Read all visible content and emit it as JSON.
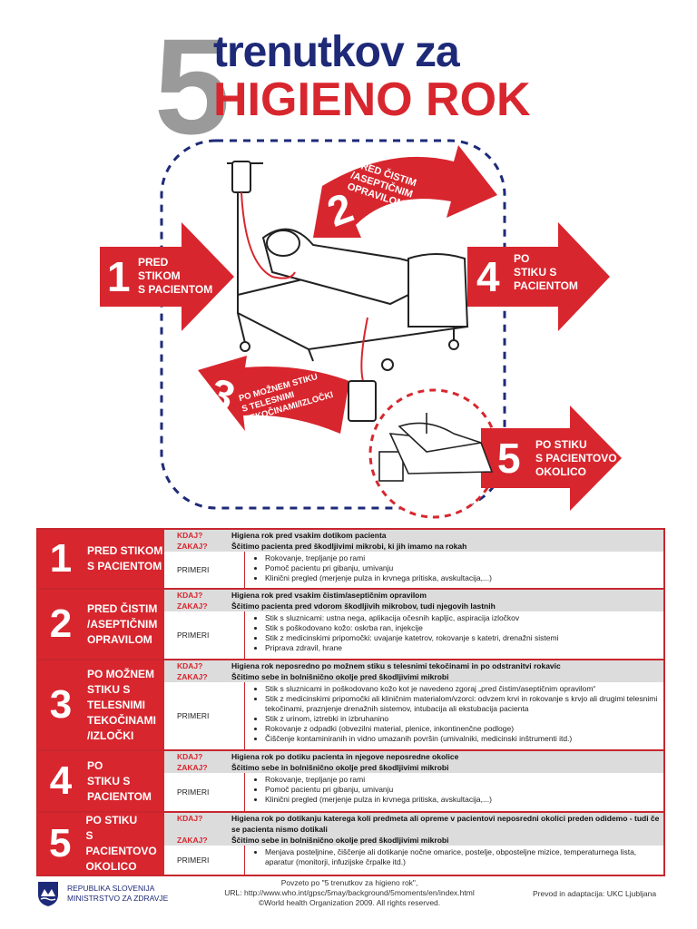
{
  "title": {
    "number": "5",
    "line1": "trenutkov za",
    "line2": "HIGIENO ROK"
  },
  "moments_diagram": [
    {
      "num": "1",
      "label": [
        "PRED",
        "STIKOM",
        "S PACIENTOM"
      ]
    },
    {
      "num": "2",
      "label": [
        "PRED ČISTIM",
        "/ASEPTIČNIM",
        "OPRAVILOM"
      ]
    },
    {
      "num": "3",
      "label": [
        "PO MOŽNEM STIKU",
        "S TELESNIMI",
        "TEKOČINAMI/IZLOČKI"
      ]
    },
    {
      "num": "4",
      "label": [
        "PO",
        "STIKU S",
        "PACIENTOM"
      ]
    },
    {
      "num": "5",
      "label": [
        "PO STIKU",
        "S PACIENTOVO",
        "OKOLICO"
      ]
    }
  ],
  "colors": {
    "red": "#d8262e",
    "navy": "#1e2a78",
    "grey": "#9a9a9a"
  },
  "table": [
    {
      "num": "1",
      "label": [
        "PRED STIKOM",
        "S PACIENTOM"
      ],
      "kdaj_label": "KDAJ?",
      "zakaj_label": "ZAKAJ?",
      "kdaj": "Higiena rok pred vsakim dotikom pacienta",
      "zakaj": "Ščitimo pacienta pred škodljivimi mikrobi, ki jih imamo na rokah",
      "primeri_label": "PRIMERI",
      "primeri": [
        "Rokovanje, trepljanje po rami",
        "Pomoč pacientu pri gibanju, umivanju",
        "Klinični pregled (merjenje pulza in krvnega pritiska, avskultacija,...)"
      ]
    },
    {
      "num": "2",
      "label": [
        "PRED ČISTIM",
        "/ASEPTIČNIM",
        "OPRAVILOM"
      ],
      "kdaj_label": "KDAJ?",
      "zakaj_label": "ZAKAJ?",
      "kdaj": "Higiena rok pred vsakim čistim/aseptičnim opravilom",
      "zakaj": "Ščitimo pacienta pred vdorom škodljivih mikrobov, tudi njegovih lastnih",
      "primeri_label": "PRIMERI",
      "primeri": [
        "Stik s sluznicami: ustna nega, aplikacija očesnih kapljic, aspiracija izločkov",
        "Stik s poškodovano kožo: oskrba ran, injekcije",
        "Stik z medicinskimi pripomočki: uvajanje katetrov, rokovanje s katetri, drenažni sistemi",
        "Priprava zdravil, hrane"
      ]
    },
    {
      "num": "3",
      "label": [
        "PO MOŽNEM",
        "STIKU S",
        "TELESNIMI",
        "TEKOČINAMI",
        "/IZLOČKI"
      ],
      "kdaj_label": "KDAJ?",
      "zakaj_label": "ZAKAJ?",
      "kdaj": "Higiena rok neposredno po možnem stiku s telesnimi tekočinami in po odstranitvi rokavic",
      "zakaj": "Ščitimo sebe in bolnišnično okolje pred škodljivimi mikrobi",
      "primeri_label": "PRIMERI",
      "primeri": [
        "Stik s sluznicami in poškodovano kožo kot je navedeno zgoraj „pred čistim/aseptičnim opravilom“",
        "Stik z medicinskimi pripomočki ali kliničnim materialom/vzorci: odvzem krvi in rokovanje s krvjo ali drugimi telesnimi tekočinami, praznjenje drenažnih sistemov, intubacija ali ekstubacija pacienta",
        "Stik z urinom, iztrebki in izbruhanino",
        "Rokovanje z odpadki (obvezilni material, plenice, inkontinenčne podloge)",
        "Čiščenje kontaminiranih in vidno umazanih površin (umivalniki, medicinski inštrumenti itd.)"
      ]
    },
    {
      "num": "4",
      "label": [
        "PO",
        "STIKU S",
        "PACIENTOM"
      ],
      "kdaj_label": "KDAJ?",
      "zakaj_label": "ZAKAJ?",
      "kdaj": "Higiena rok po dotiku pacienta in njegove neposredne okolice",
      "zakaj": "Ščitimo sebe in bolnišnično okolje pred škodljivimi mikrobi",
      "primeri_label": "PRIMERI",
      "primeri": [
        "Rokovanje, trepljanje po rami",
        "Pomoč pacientu pri gibanju, umivanju",
        "Klinični pregled (merjenje pulza in krvnega pritiska, avskultacija,...)"
      ]
    },
    {
      "num": "5",
      "label": [
        "PO STIKU",
        "S PACIENTOVO",
        "OKOLICO"
      ],
      "kdaj_label": "KDAJ?",
      "zakaj_label": "ZAKAJ?",
      "kdaj": "Higiena rok po dotikanju katerega koli predmeta ali opreme v pacientovi neposredni okolici preden odidemo - tudi če se pacienta nismo dotikali",
      "zakaj": "Ščitimo sebe in bolnišnično okolje pred škodljivimi mikrobi",
      "primeri_label": "PRIMERI",
      "primeri": [
        "Menjava posteljnine, čiščenje ali dotikanje nočne omarice, postelje, obposteljne mizice, temperaturnega lista, aparatur (monitorji, infuzijske črpalke itd.)"
      ]
    }
  ],
  "footer": {
    "org_line1": "REPUBLIKA SLOVENIJA",
    "org_line2": "MINISTRSTVO ZA ZDRAVJE",
    "source_line1": "Povzeto po \"5 trenutkov za higieno rok\",",
    "source_line2": "URL: http://www.who.int/gpsc/5may/background/5moments/en/index.html",
    "source_line3": "©World health Organization 2009. All rights reserved.",
    "translation": "Prevod in adaptacija: UKC Ljubljana"
  }
}
